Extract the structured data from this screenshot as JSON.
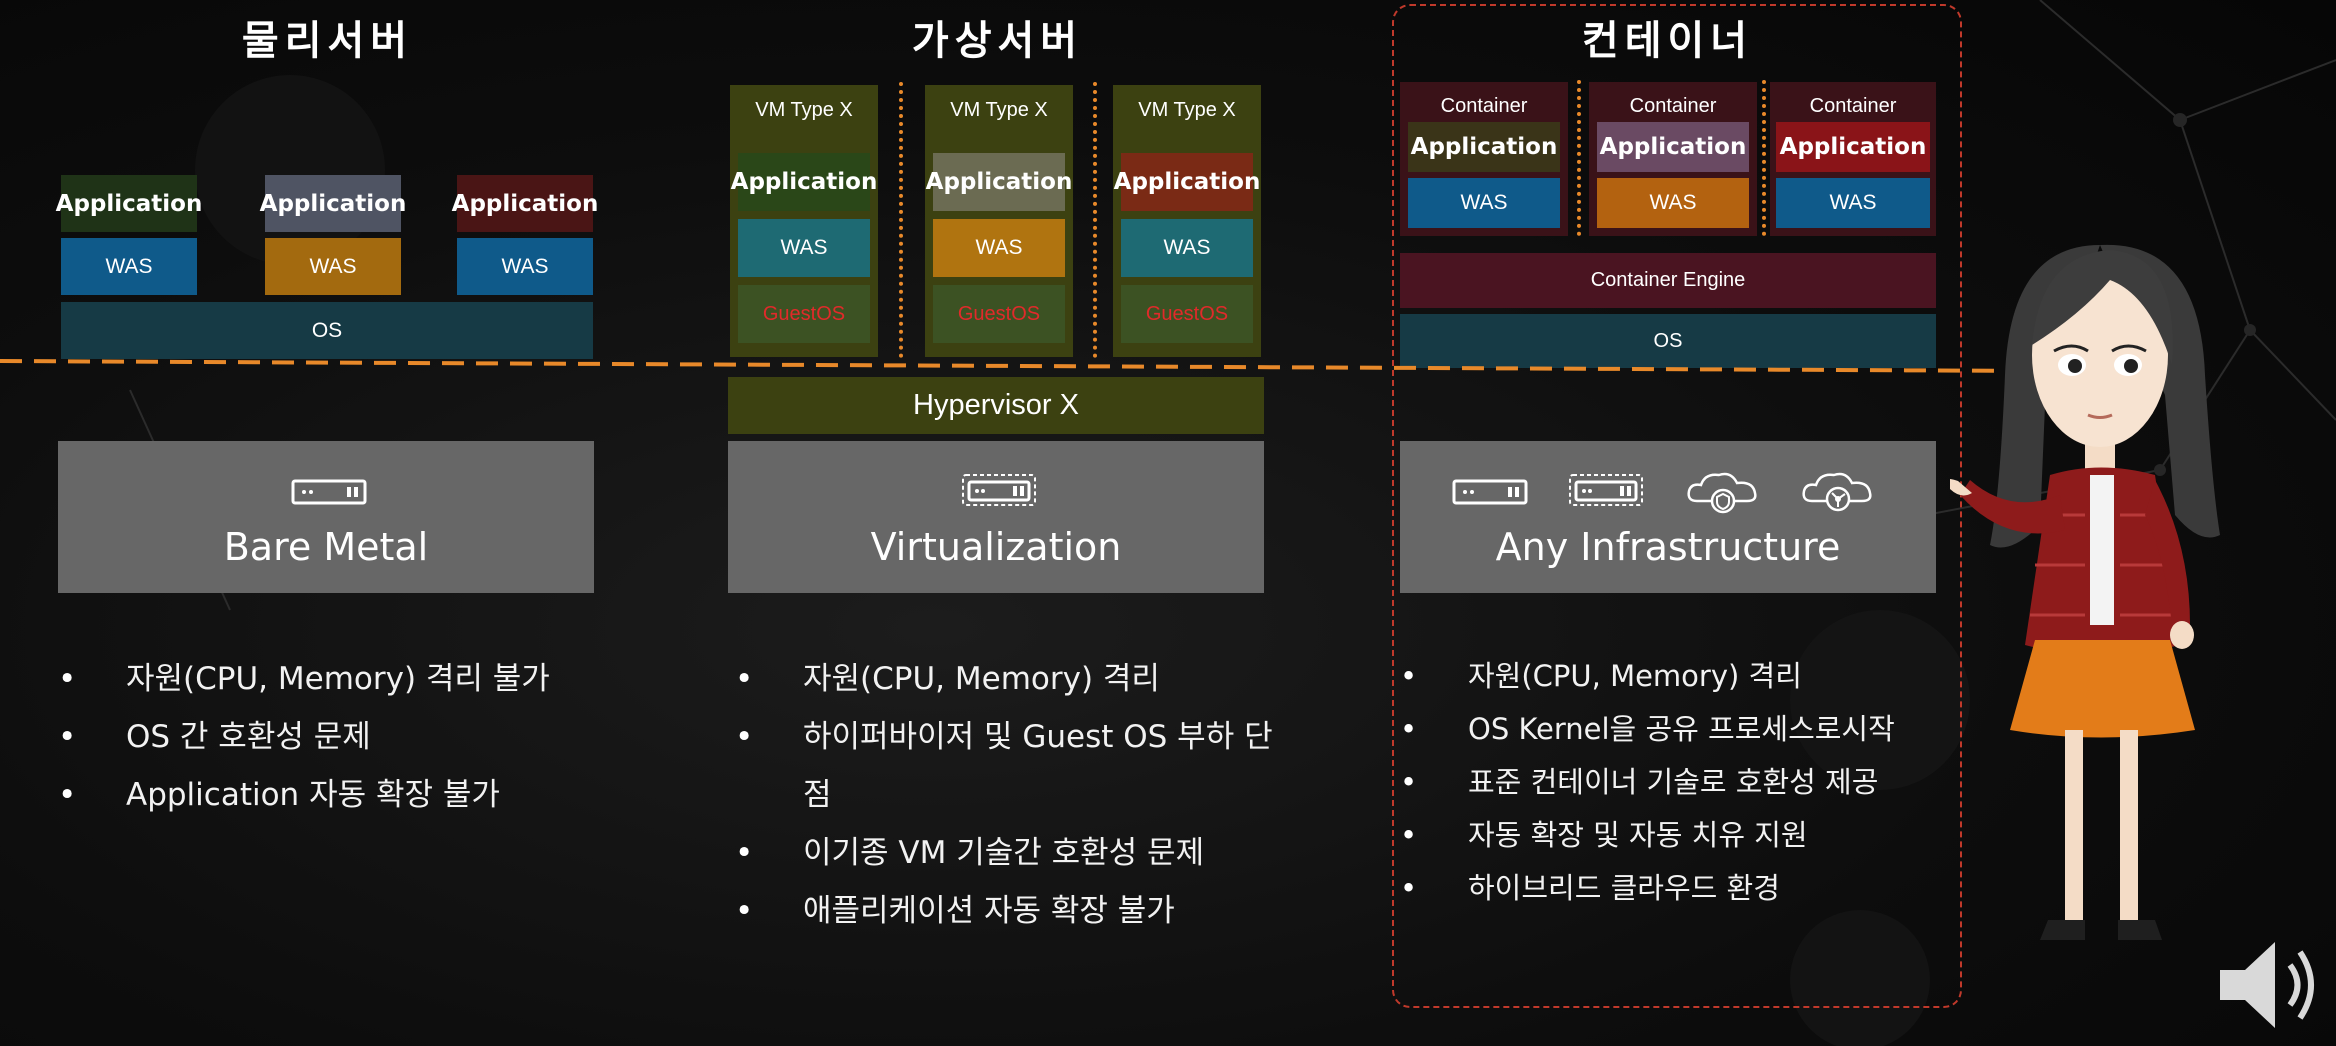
{
  "sections": {
    "physical": {
      "title": "물리서버",
      "apps": [
        {
          "app": "Application",
          "was": "WAS",
          "app_color": "#1f3317",
          "was_color": "#0f5a8a"
        },
        {
          "app": "Application",
          "was": "WAS",
          "app_color": "#4f5463",
          "was_color": "#a36a0f"
        },
        {
          "app": "Application",
          "was": "WAS",
          "app_color": "#4a1515",
          "was_color": "#0f5a8a"
        }
      ],
      "os": "OS",
      "infra_label": "Bare Metal",
      "infra_icons": [
        "server-icon"
      ],
      "bullets": [
        "자원(CPU, Memory) 격리 불가",
        "OS 간 호환성 문제",
        "Application 자동 확장 불가"
      ]
    },
    "virtual": {
      "title": "가상서버",
      "vms": [
        {
          "label": "VM Type X",
          "app": "Application",
          "was": "WAS",
          "guest": "GuestOS",
          "app_color": "#2a4718",
          "was_color": "#1e6a73"
        },
        {
          "label": "VM Type X",
          "app": "Application",
          "was": "WAS",
          "guest": "GuestOS",
          "app_color": "#6b6b52",
          "was_color": "#b07410"
        },
        {
          "label": "VM Type X",
          "app": "Application",
          "was": "WAS",
          "guest": "GuestOS",
          "app_color": "#7a2a15",
          "was_color": "#1e6a73"
        }
      ],
      "hypervisor": "Hypervisor X",
      "infra_label": "Virtualization",
      "infra_icons": [
        "server-icon"
      ],
      "bullets": [
        "자원(CPU, Memory) 격리",
        "하이퍼바이저 및 Guest OS 부하 단점",
        "이기종 VM 기술간 호환성 문제",
        "애플리케이션 자동 확장 불가"
      ]
    },
    "container": {
      "title": "컨테이너",
      "containers": [
        {
          "label": "Container",
          "app": "Application",
          "was": "WAS",
          "app_color": "#3a3418",
          "was_color": "#0f5a8a"
        },
        {
          "label": "Container",
          "app": "Application",
          "was": "WAS",
          "app_color": "#6a4a63",
          "was_color": "#b36210"
        },
        {
          "label": "Container",
          "app": "Application",
          "was": "WAS",
          "app_color": "#8a1418",
          "was_color": "#0f5a8a"
        }
      ],
      "engine": "Container Engine",
      "os": "OS",
      "infra_label": "Any Infrastructure",
      "infra_icons": [
        "server-icon",
        "virtual-server-icon",
        "cloud-shield-icon",
        "cloud-network-icon"
      ],
      "bullets": [
        "자원(CPU, Memory) 격리",
        "OS Kernel을 공유 프로세스로시작",
        "표준 컨테이너 기술로 호환성 제공",
        "자동 확장 및 자동 치유 지원",
        "하이브리드 클라우드 환경"
      ]
    }
  },
  "colors": {
    "divider": "#e8892a",
    "container_border": "#c0392b",
    "infra_bg": "#676767",
    "os_bg": "#163a45",
    "vm_bg": "#3c4111",
    "guest_bg": "#3c5223",
    "hypervisor_bg": "#3c4111",
    "engine_bg": "#4a1421",
    "container_bg": "#3a1218"
  },
  "speaker_icon": "speaker-icon",
  "presenter": "presenter-character"
}
